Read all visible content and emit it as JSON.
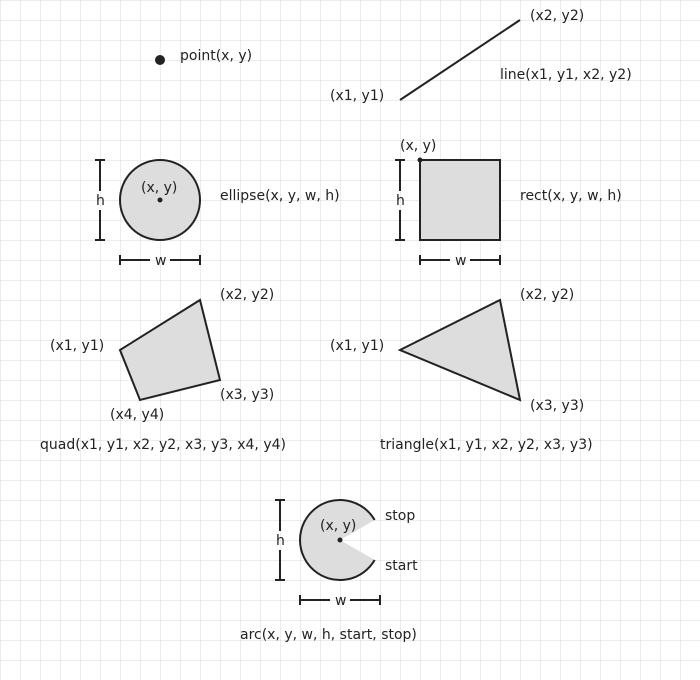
{
  "colors": {
    "grid": "#d9d9d9",
    "stroke": "#222222",
    "fill": "#dddddd"
  },
  "point": {
    "label": "point(x, y)"
  },
  "line": {
    "label": "line(x1, y1, x2, y2)",
    "start_label": "(x1, y1)",
    "end_label": "(x2, y2)"
  },
  "ellipse": {
    "label": "ellipse(x, y, w, h)",
    "center_label": "(x, y)",
    "w_label": "w",
    "h_label": "h"
  },
  "rect": {
    "label": "rect(x, y, w, h)",
    "corner_label": "(x, y)",
    "w_label": "w",
    "h_label": "h"
  },
  "quad": {
    "label": "quad(x1, y1, x2, y2, x3, y3, x4, y4)",
    "p1_label": "(x1, y1)",
    "p2_label": "(x2, y2)",
    "p3_label": "(x3, y3)",
    "p4_label": "(x4, y4)"
  },
  "triangle": {
    "label": "triangle(x1, y1, x2, y2, x3, y3)",
    "p1_label": "(x1, y1)",
    "p2_label": "(x2, y2)",
    "p3_label": "(x3, y3)"
  },
  "arc": {
    "label": "arc(x, y, w, h, start, stop)",
    "center_label": "(x, y)",
    "w_label": "w",
    "h_label": "h",
    "start_label": "start",
    "stop_label": "stop"
  }
}
